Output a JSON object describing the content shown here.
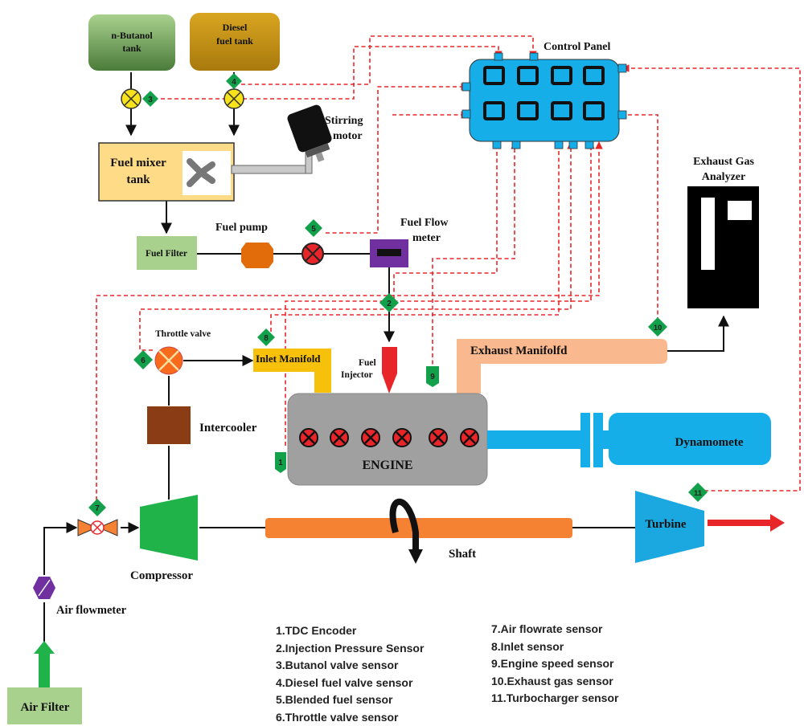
{
  "components": {
    "butanol_tank": "n-Butanol tank",
    "diesel_tank_l1": "Diesel",
    "diesel_tank_l2": "fuel tank",
    "fuel_mixer_l1": "Fuel mixer",
    "fuel_mixer_l2": "tank",
    "stirring_motor_l1": "Stirring",
    "stirring_motor_l2": "motor",
    "control_panel": "Control Panel",
    "fuel_filter": "Fuel Filter",
    "fuel_pump": "Fuel pump",
    "fuel_flow_meter_l1": "Fuel Flow",
    "fuel_flow_meter_l2": "meter",
    "exhaust_analyzer_l1": "Exhaust Gas",
    "exhaust_analyzer_l2": "Analyzer",
    "throttle_valve": "Throttle valve",
    "inlet_manifold": "Inlet Manifold",
    "fuel_injector_l1": "Fuel",
    "fuel_injector_l2": "Injector",
    "exhaust_manifold": "Exhaust Manifolfd",
    "intercooler": "Intercooler",
    "engine": "ENGINE",
    "dynamometer": "Dynamomete",
    "compressor": "Compressor",
    "turbine": "Turbine",
    "shaft": "Shaft",
    "air_flowmeter": "Air flowmeter",
    "air_filter": "Air Filter"
  },
  "sensors": [
    "1",
    "2",
    "3",
    "4",
    "5",
    "6",
    "7",
    "8",
    "9",
    "10",
    "11"
  ],
  "legend_left": [
    "1.TDC Encoder",
    "2.Injection Pressure Sensor",
    "3.Butanol valve sensor",
    "4.Diesel fuel valve sensor",
    "5.Blended fuel sensor",
    "6.Throttle valve sensor"
  ],
  "legend_right": [
    "7.Air flowrate sensor",
    "8.Inlet sensor",
    "9.Engine speed sensor",
    "10.Exhaust gas sensor",
    "11.Turbocharger sensor"
  ],
  "colors": {
    "sensor_green": "#13a04a",
    "signal_red": "#e8262a",
    "control_panel_blue": "#16aee8",
    "engine_gray": "#a0a0a0",
    "shaft_orange": "#f58232",
    "mixer_yellow": "#fedb86",
    "inlet_manifold_yellow": "#f7c00a",
    "exhaust_manifold_peach": "#f9b88d",
    "compressor_green": "#1fb34a",
    "turbine_blue": "#1ba7e0",
    "intercooler_brown": "#8a3d14"
  }
}
